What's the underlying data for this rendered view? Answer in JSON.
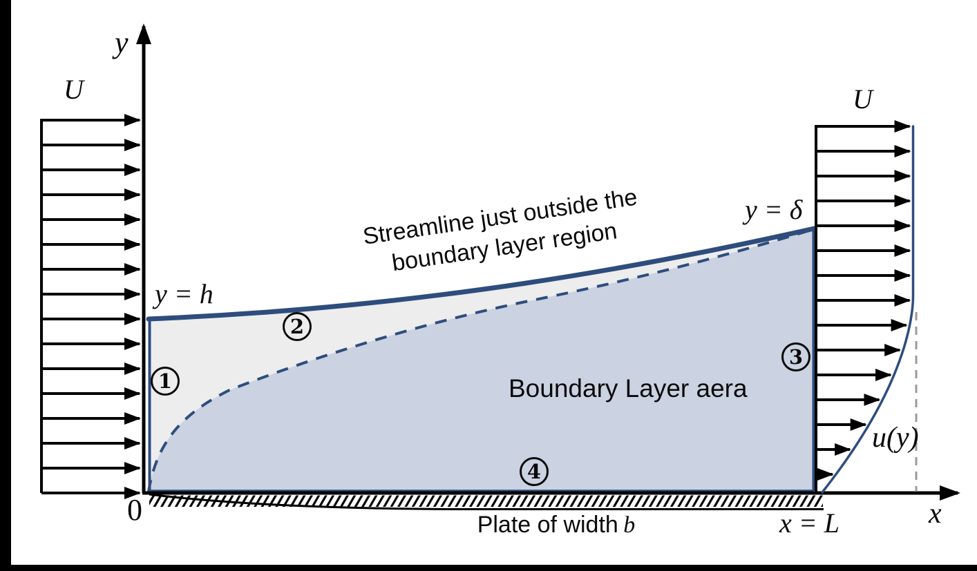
{
  "figure": {
    "y_axis_label": "y",
    "x_axis_label": "x",
    "origin_label": "0",
    "freestream_left_label": "U",
    "freestream_right_label": "U",
    "streamline_height_label": "y = h",
    "bl_thickness_label": "y = δ",
    "velocity_profile_label": "u(y)",
    "plate_end_label": "x = L",
    "plate_caption_text": "Plate of width",
    "plate_caption_var": "b",
    "region_label": "Boundary Layer aera",
    "streamline_caption_line1": "Streamline just outside the",
    "streamline_caption_line2": "boundary layer region",
    "markers": [
      "1",
      "2",
      "3",
      "4"
    ],
    "left_profile_arrow_count": 16,
    "right_profile_arrow_count": 15,
    "colors": {
      "streamline": "#2e4d7d",
      "boundary_fill": "#cbd2e1",
      "outer_fill": "#ededee",
      "axis": "#000000",
      "dashed_guide": "#9a9a9a"
    }
  }
}
